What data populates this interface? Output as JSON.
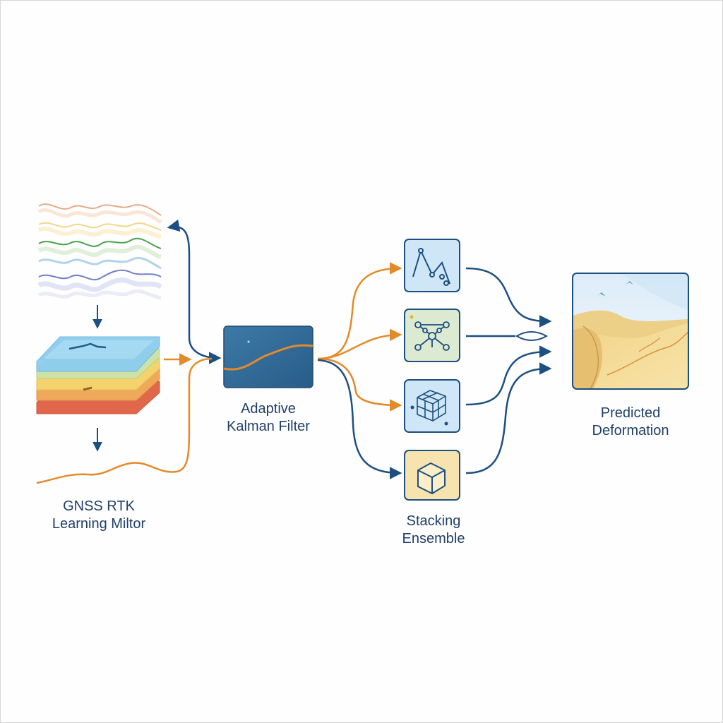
{
  "diagram": {
    "nodes": {
      "gnss": {
        "line1": "GNSS RTK",
        "line2": "Learning Miltor"
      },
      "kalman": {
        "line1": "Adaptive",
        "line2": "Kalman Filter"
      },
      "stacking": {
        "line1": "Stacking",
        "line2": "Ensemble"
      },
      "predicted": {
        "line1": "Predicted",
        "line2": "Deformation"
      }
    },
    "base_models": [
      {
        "icon": "line-plot-icon",
        "color": "#cfe6f7"
      },
      {
        "icon": "network-graph-icon",
        "color": "#dcead2"
      },
      {
        "icon": "lattice-cube-icon",
        "color": "#cfe6f7"
      },
      {
        "icon": "cube-icon",
        "color": "#f7e3ad"
      }
    ],
    "colors": {
      "navy": "#1d4f80",
      "orange": "#e38a2a",
      "kalman_fill": "#2f6a97",
      "label": "#1f3f68"
    },
    "signal_colors": [
      "#e8a07a",
      "#f3d37a",
      "#4aa24a",
      "#9cc8e8",
      "#6f7fc4"
    ]
  }
}
